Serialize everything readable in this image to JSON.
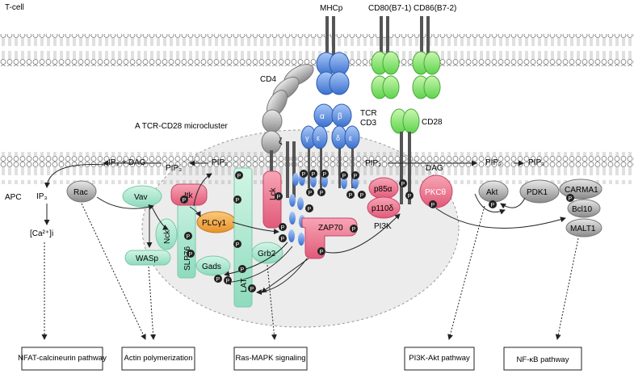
{
  "cell_labels": {
    "t_cell": "T-cell",
    "apc": "APC"
  },
  "microcluster_label": "A TCR-CD28 microcluster",
  "receptors": {
    "mhcp": "MHCp",
    "cd80": "CD80(B7-1)",
    "cd86": "CD86(B7-2)",
    "cd4": "CD4",
    "tcr": "TCR",
    "cd3": "CD3",
    "cd28": "CD28",
    "alpha": "α",
    "beta": "β",
    "gamma": "γ",
    "epsilon": "ε",
    "delta": "δ",
    "zeta": "ζ"
  },
  "membrane_labels": {
    "ip3_dag": "IP₃ + DAG",
    "pip3_a": "PIP₃",
    "pip2_a": "PIP₂",
    "pip2_b": "PIP₂",
    "dag": "DAG",
    "pip3_b": "PIP₃",
    "pip3_c": "PIP₃"
  },
  "molecules": {
    "ip3": "IP₃",
    "ca": "[Ca²⁺]i",
    "rac": "Rac",
    "vav": "Vav",
    "itk": "Itk",
    "nck": "Nck",
    "wasp": "WASp",
    "slp76": "SLP76",
    "plcg1": "PLCγ1",
    "gads": "Gads",
    "grb2": "Grb2",
    "lat": "LAT",
    "lck": "Lck",
    "zap70": "ZAP70",
    "p85a": "p85α",
    "p110d": "p110δ",
    "pi3k": "PI3K",
    "pkct": "PKCθ",
    "akt": "Akt",
    "pdk1": "PDK1",
    "carma1": "CARMA1",
    "bcl10": "Bcl10",
    "malt1": "MALT1",
    "phospho": "P"
  },
  "pathways": {
    "nfat": "NFAT-calcineurin pathway",
    "actin": "Actin polymerization",
    "ras": "Ras-MAPK signaling",
    "pi3k_akt": "PI3K-Akt pathway",
    "nfkb": "NF-κB pathway"
  },
  "colors": {
    "teal": "#a8e6cf",
    "pink": "#ee7a93",
    "blue": "#4f87e0",
    "green": "#7ee86a",
    "orange": "#f0a43a",
    "gray": "#8c8c8c",
    "microcluster": "#ececec"
  }
}
